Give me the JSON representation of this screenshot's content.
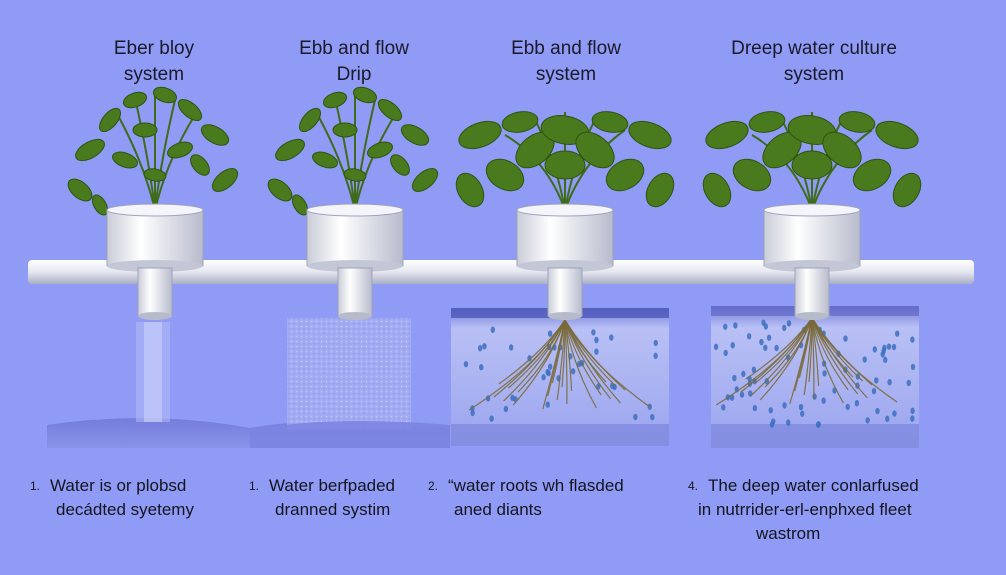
{
  "colors": {
    "background": "#8f9bf5",
    "pipe": "#e9ecf3",
    "water": "#7f89e6",
    "leaf": "#4a7a1e",
    "root": "#7a6a3a",
    "droplet": "#3d6fc0"
  },
  "systems": [
    {
      "title_lines": [
        "Eber bloy",
        "system"
      ],
      "caption_number": "1.",
      "caption_lines": [
        "Water is  or plobsd",
        "decádted syetemy"
      ]
    },
    {
      "title_lines": [
        "Ebb and flow",
        "Drip"
      ],
      "caption_number": "1.",
      "caption_lines": [
        "Water  berfpaded",
        "dranned systim"
      ]
    },
    {
      "title_lines": [
        "Ebb  and  flow",
        "system"
      ],
      "caption_number": "2.",
      "caption_lines": [
        "“water roots   wh flasded",
        "aned diants"
      ]
    },
    {
      "title_lines": [
        "Dreep water culture",
        "system"
      ],
      "caption_number": "4.",
      "caption_lines": [
        "The deep water conlarfused",
        "in nutrrider-erl-enphxed fleet",
        "wastrom"
      ]
    }
  ]
}
